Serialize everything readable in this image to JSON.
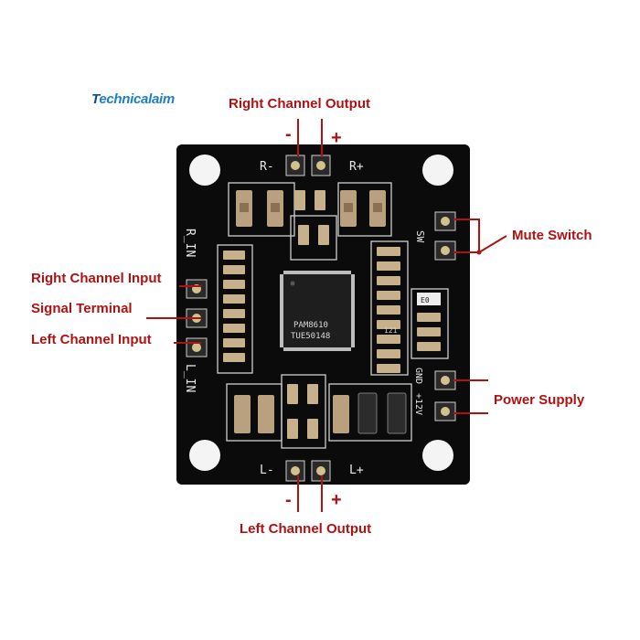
{
  "brand": {
    "logo_text_a": "T",
    "logo_text_b": "echnicalaim"
  },
  "labels": {
    "right_channel_output": "Right Channel Output",
    "mute_switch": "Mute Switch",
    "right_channel_input": "Right Channel Input",
    "signal_terminal": "Signal Terminal",
    "left_channel_input": "Left Channel Input",
    "power_supply": "Power Supply",
    "left_channel_output": "Left Channel Output"
  },
  "signs": {
    "minus": "-",
    "plus": "+"
  },
  "silkscreen": {
    "r_minus": "R-",
    "r_plus": "R+",
    "l_minus": "L-",
    "l_plus": "L+",
    "r_in": "R_IN",
    "l_in": "L_IN",
    "sw": "SW",
    "gnd": "GND",
    "v12": "+12V",
    "e0": "E0",
    "r121": "121"
  },
  "chip": {
    "line1": "PAM8610",
    "line2": "TUE50148"
  },
  "colors": {
    "label_red": "#b01212",
    "pcb_black": "#0b0b0b",
    "logo_blue": "#1d7fc4"
  }
}
